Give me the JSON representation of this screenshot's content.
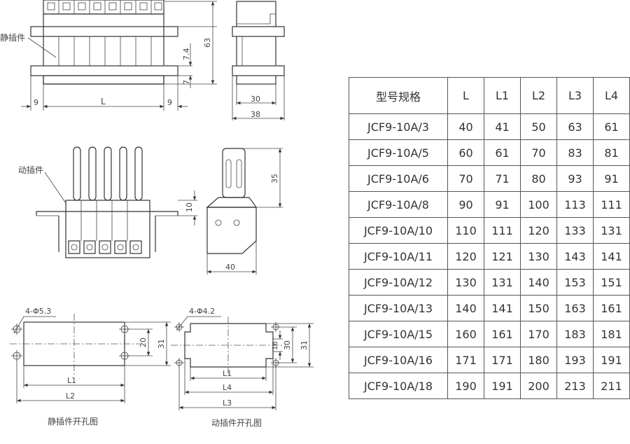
{
  "labels": {
    "static_plug": "静插件",
    "moving_plug": "动插件",
    "static_cutout": "静插件开孔图",
    "moving_cutout": "动插件开孔图"
  },
  "dimensions": {
    "top_left": [
      "9",
      "L",
      "9",
      "7.4",
      "63",
      "7"
    ],
    "top_right": [
      "30",
      "38"
    ],
    "mid_left": [
      "10"
    ],
    "mid_right": [
      "35",
      "40"
    ],
    "bottom_left": [
      "4-Φ5.3",
      "20",
      "31",
      "L1",
      "L2"
    ],
    "bottom_right": [
      "4-Φ4.2",
      "16",
      "30",
      "31",
      "L1",
      "L4",
      "L3"
    ]
  },
  "table": {
    "headers": [
      "型号规格",
      "L",
      "L1",
      "L2",
      "L3",
      "L4"
    ],
    "rows": [
      [
        "JCF9-10A/3",
        "40",
        "41",
        "50",
        "63",
        "61"
      ],
      [
        "JCF9-10A/5",
        "60",
        "61",
        "70",
        "83",
        "81"
      ],
      [
        "JCF9-10A/6",
        "70",
        "71",
        "80",
        "93",
        "91"
      ],
      [
        "JCF9-10A/8",
        "90",
        "91",
        "100",
        "113",
        "111"
      ],
      [
        "JCF9-10A/10",
        "110",
        "111",
        "120",
        "133",
        "131"
      ],
      [
        "JCF9-10A/11",
        "120",
        "121",
        "130",
        "143",
        "141"
      ],
      [
        "JCF9-10A/12",
        "130",
        "131",
        "140",
        "153",
        "151"
      ],
      [
        "JCF9-10A/13",
        "140",
        "141",
        "150",
        "163",
        "161"
      ],
      [
        "JCF9-10A/15",
        "160",
        "161",
        "170",
        "183",
        "181"
      ],
      [
        "JCF9-10A/16",
        "171",
        "171",
        "180",
        "193",
        "191"
      ],
      [
        "JCF9-10A/18",
        "190",
        "191",
        "200",
        "213",
        "211"
      ]
    ]
  }
}
